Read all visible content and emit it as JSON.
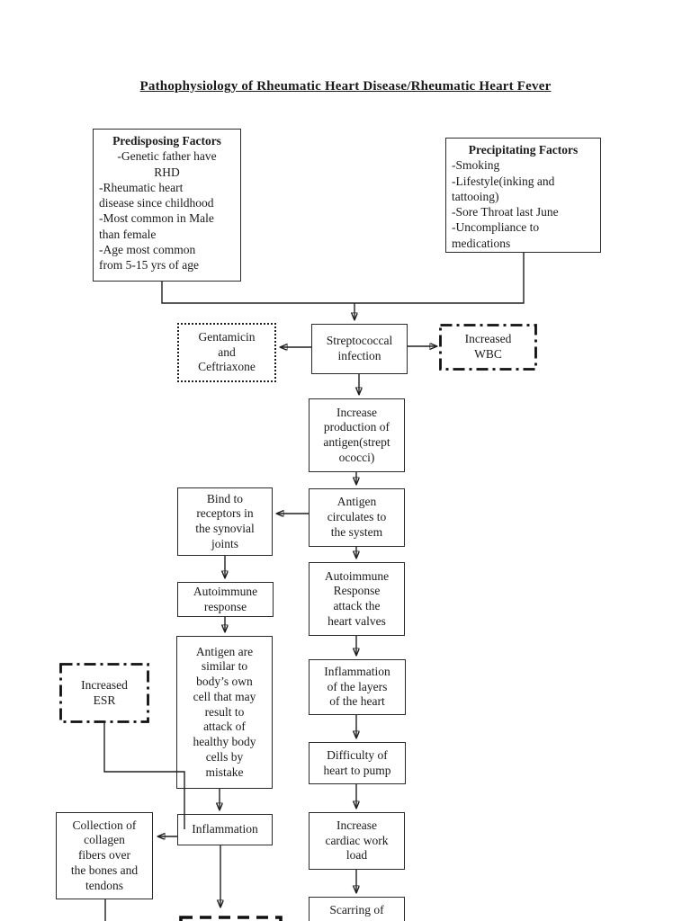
{
  "page": {
    "title": "Pathophysiology of Rheumatic Heart Disease/Rheumatic Heart Fever"
  },
  "boxes": {
    "predisposing": {
      "title": "Predisposing Factors",
      "centered_lines": "-Genetic father have\nRHD",
      "left_lines": "-Rheumatic heart\ndisease since childhood\n-Most common in Male\nthan female\n-Age most common\nfrom 5-15 yrs of age"
    },
    "precipitating": {
      "title": "Precipitating Factors",
      "left_lines": "-Smoking\n-Lifestyle(inking and\ntattooing)\n-Sore Throat last June\n-Uncompliance to\nmedications"
    },
    "gentamicin": {
      "text": "Gentamicin\nand\nCeftriaxone"
    },
    "strep": {
      "text": "Streptococcal\ninfection"
    },
    "wbc": {
      "text": "Increased\nWBC"
    },
    "production": {
      "text": "Increase\nproduction of\nantigen(strept\nococci)"
    },
    "bind": {
      "text": "Bind to\nreceptors in\nthe synovial\njoints"
    },
    "circulates": {
      "text": "Antigen\ncirculates to\nthe system"
    },
    "autoimmune": {
      "text": "Autoimmune\nresponse"
    },
    "attack": {
      "text": "Autoimmune\nResponse\nattack the\nheart valves"
    },
    "similar": {
      "text": "Antigen are\nsimilar to\nbody’s own\ncell that may\nresult to\nattack of\nhealthy body\ncells by\nmistake"
    },
    "esr": {
      "text": "Increased\nESR"
    },
    "layers": {
      "text": "Inflammation\nof the layers\nof the heart"
    },
    "difficulty": {
      "text": "Difficulty of\nheart to pump"
    },
    "inflammation": {
      "text": "Inflammation"
    },
    "collagen": {
      "text": "Collection of\ncollagen\nfibers over\nthe bones and\ntendons"
    },
    "cardiac": {
      "text": "Increase\ncardiac work\nload"
    },
    "scarring": {
      "text": "Scarring of"
    }
  },
  "colors": {
    "ink": "#1f1f1f",
    "page_bg": "#ffffff"
  }
}
